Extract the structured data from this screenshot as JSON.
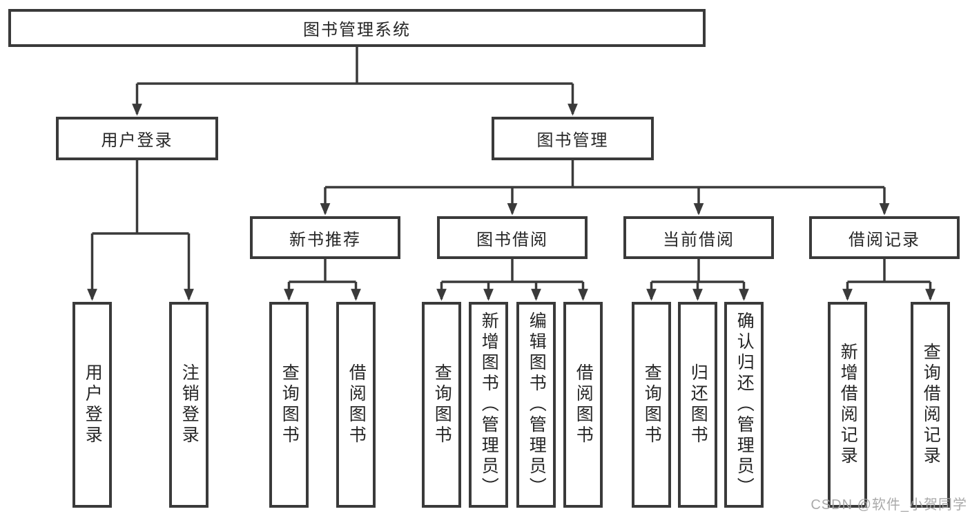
{
  "diagram": {
    "root": {
      "label": "图书管理系统"
    },
    "login": {
      "label": "用户登录",
      "children": {
        "login": "用户登录",
        "logout": "注销登录"
      }
    },
    "management": {
      "label": "图书管理",
      "recommend": {
        "label": "新书推荐",
        "children": {
          "query": "查询图书",
          "borrow": "借阅图书"
        }
      },
      "borrowing": {
        "label": "图书借阅",
        "children": {
          "query": "查询图书",
          "add": "新增图书（管理员）",
          "edit": "编辑图书（管理员）",
          "borrow": "借阅图书"
        }
      },
      "current": {
        "label": "当前借阅",
        "children": {
          "query": "查询图书",
          "return": "归还图书",
          "confirm": "确认归还（管理员）"
        }
      },
      "records": {
        "label": "借阅记录",
        "children": {
          "add": "新增借阅记录",
          "query": "查询借阅记录"
        }
      }
    }
  },
  "watermark": {
    "text": "CSDN @软件_小贺同学"
  },
  "colors": {
    "line": "#3a3a3a",
    "box_border": "#3a3a3a",
    "box_bg": "#ffffff",
    "text": "#262626",
    "watermark": "#a3a3a3",
    "background": "#ffffff"
  }
}
